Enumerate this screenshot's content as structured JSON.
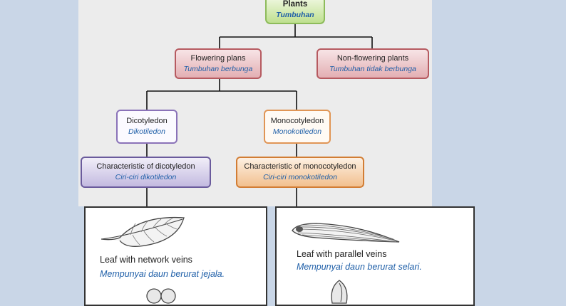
{
  "nodes": {
    "plants": {
      "en": "Plants",
      "my": "Tumbuhan"
    },
    "flowering": {
      "en": "Flowering plans",
      "my": "Tumbuhan berbunga"
    },
    "non_flowering": {
      "en": "Non-flowering plants",
      "my": "Tumbuhan tidak berbunga"
    },
    "dicotyledon": {
      "en": "Dicotyledon",
      "my": "Dikotiledon"
    },
    "monocotyledon": {
      "en": "Monocotyledon",
      "my": "Monokotiledon"
    },
    "char_dicot": {
      "en": "Characteristic of dicotyledon",
      "my": "Ciri-ciri dikotiledon"
    },
    "char_mono": {
      "en": "Characteristic of monocotyledon",
      "my": "Ciri-ciri monokotiledon"
    }
  },
  "cards": {
    "dicot": {
      "label": "Leaf with network veins",
      "desc": "Mempunyai daun berurat jejala."
    },
    "mono": {
      "label": "Leaf with parallel veins",
      "desc": "Mempunyai daun berurat selari."
    }
  }
}
